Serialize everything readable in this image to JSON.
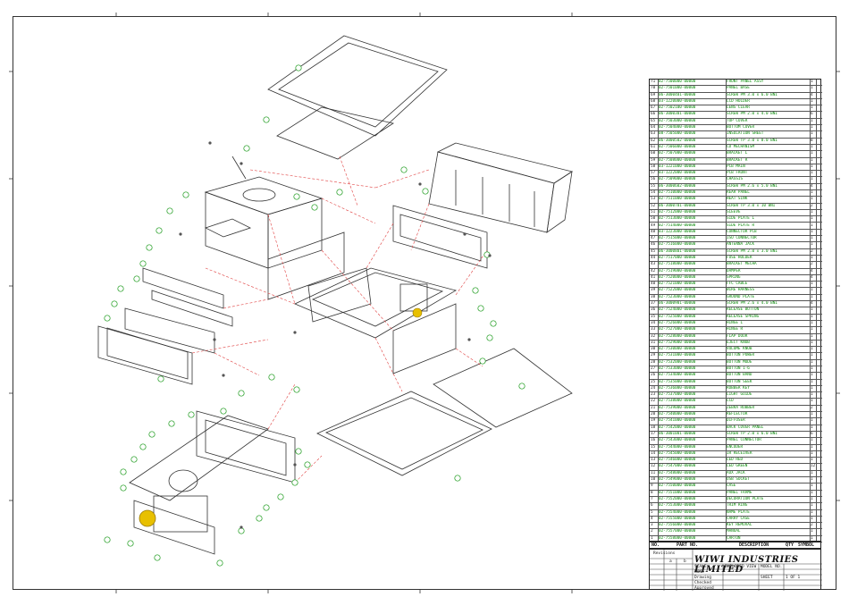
{
  "title_block": {
    "company": "WIWI INDUSTRIES LIMITED",
    "header_no": "NO.",
    "header_part_no": "PART NO.",
    "header_description": "DESCRIPTION",
    "header_qty": "QTY",
    "header_symbol": "SYMBOL",
    "revisions": "Revisions",
    "col_a": "a",
    "col_b": "b",
    "label_scale": "SCALE",
    "value_scale": "NONE",
    "label_view": "EXPLODED VIEW",
    "label_drawing": "Drawing",
    "label_checked": "Checked",
    "label_approved": "Approved",
    "label_model": "MODEL NO.",
    "label_sheet": "SHEET",
    "value_sheet": "1 OF 1"
  },
  "parts": [
    {
      "no": "71",
      "pn": "02-7500000-00000",
      "desc": "FRONT PANEL ASSY",
      "qty": "1"
    },
    {
      "no": "70",
      "pn": "02-7501000-00000",
      "desc": "PANEL BASE",
      "qty": "1"
    },
    {
      "no": "69",
      "pn": "06-3000401-00000",
      "desc": "SCREW PM 3.0 x 6.0 BNI",
      "qty": "4"
    },
    {
      "no": "68",
      "pn": "03-1220000-00000",
      "desc": "LCD HOLDER",
      "qty": "1"
    },
    {
      "no": "67",
      "pn": "02-7502100-00000",
      "desc": "LENS CLEAR",
      "qty": "1"
    },
    {
      "no": "66",
      "pn": "06-3000301-00000",
      "desc": "SCREW PM 2.0 x 4.0 BNI",
      "qty": "6"
    },
    {
      "no": "65",
      "pn": "02-7503000-00000",
      "desc": "TOP COVER",
      "qty": "1"
    },
    {
      "no": "64",
      "pn": "02-7504000-00000",
      "desc": "BOTTOM COVER",
      "qty": "1"
    },
    {
      "no": "63",
      "pn": "08-7505000-00000",
      "desc": "INSULATION SHEET",
      "qty": "1"
    },
    {
      "no": "62",
      "pn": "06-3000502-00000",
      "desc": "SCREW TP 3.0 x 8.0 BNI",
      "qty": "8"
    },
    {
      "no": "61",
      "pn": "02-7506000-00000",
      "desc": "CD MECHANISM",
      "qty": "1"
    },
    {
      "no": "60",
      "pn": "02-7507000-00000",
      "desc": "BRACKET L",
      "qty": "1"
    },
    {
      "no": "59",
      "pn": "02-7508000-00000",
      "desc": "BRACKET R",
      "qty": "1"
    },
    {
      "no": "58",
      "pn": "03-1221000-00000",
      "desc": "PCB MAIN",
      "qty": "1"
    },
    {
      "no": "57",
      "pn": "03-1222000-00000",
      "desc": "PCB FRONT",
      "qty": "1"
    },
    {
      "no": "56",
      "pn": "02-7509000-00000",
      "desc": "CHASSIS",
      "qty": "1"
    },
    {
      "no": "55",
      "pn": "06-3000602-00000",
      "desc": "SCREW PM 2.6 x 5.0 BNI",
      "qty": "4"
    },
    {
      "no": "54",
      "pn": "02-7510000-00000",
      "desc": "REAR PANEL",
      "qty": "1"
    },
    {
      "no": "53",
      "pn": "02-7511000-00000",
      "desc": "HEAT SINK",
      "qty": "1"
    },
    {
      "no": "52",
      "pn": "06-3000701-00000",
      "desc": "SCREW TP 3.0 x 10 BNI",
      "qty": "2"
    },
    {
      "no": "51",
      "pn": "02-7512000-00000",
      "desc": "SLEEVE",
      "qty": "1"
    },
    {
      "no": "50",
      "pn": "02-7513000-00000",
      "desc": "SIDE PLATE L",
      "qty": "1"
    },
    {
      "no": "49",
      "pn": "02-7514000-00000",
      "desc": "SIDE PLATE R",
      "qty": "1"
    },
    {
      "no": "48",
      "pn": "03-1223000-00000",
      "desc": "CONNECTOR PCB",
      "qty": "1"
    },
    {
      "no": "47",
      "pn": "02-7515000-00000",
      "desc": "ISO CONNECTOR",
      "qty": "1"
    },
    {
      "no": "46",
      "pn": "02-7516000-00000",
      "desc": "ANTENNA JACK",
      "qty": "1"
    },
    {
      "no": "45",
      "pn": "06-3000801-00000",
      "desc": "SCREW PM 2.0 x 3.0 BNI",
      "qty": "2"
    },
    {
      "no": "44",
      "pn": "02-7517000-00000",
      "desc": "FUSE HOLDER",
      "qty": "1"
    },
    {
      "no": "43",
      "pn": "02-7518000-00000",
      "desc": "BRACKET MECHA",
      "qty": "2"
    },
    {
      "no": "42",
      "pn": "02-7519000-00000",
      "desc": "DAMPER",
      "qty": "4"
    },
    {
      "no": "41",
      "pn": "02-7520000-00000",
      "desc": "SPRING",
      "qty": "4"
    },
    {
      "no": "40",
      "pn": "02-7521000-00000",
      "desc": "FFC CABLE",
      "qty": "1"
    },
    {
      "no": "39",
      "pn": "02-7522000-00000",
      "desc": "WIRE HARNESS",
      "qty": "1"
    },
    {
      "no": "38",
      "pn": "02-7523000-00000",
      "desc": "GROUND PLATE",
      "qty": "1"
    },
    {
      "no": "37",
      "pn": "06-3000901-00000",
      "desc": "SCREW PM 2.6 x 4.0 BNI",
      "qty": "4"
    },
    {
      "no": "36",
      "pn": "02-7524000-00000",
      "desc": "RELEASE BUTTON",
      "qty": "1"
    },
    {
      "no": "35",
      "pn": "02-7525000-00000",
      "desc": "RELEASE SPRING",
      "qty": "1"
    },
    {
      "no": "34",
      "pn": "02-7526000-00000",
      "desc": "HINGE L",
      "qty": "1"
    },
    {
      "no": "33",
      "pn": "02-7527000-00000",
      "desc": "HINGE R",
      "qty": "1"
    },
    {
      "no": "32",
      "pn": "02-7528000-00000",
      "desc": "FLAP DOOR",
      "qty": "1"
    },
    {
      "no": "31",
      "pn": "02-7529000-00000",
      "desc": "EJECT KNOB",
      "qty": "1"
    },
    {
      "no": "30",
      "pn": "02-7530000-00000",
      "desc": "VOLUME KNOB",
      "qty": "1"
    },
    {
      "no": "29",
      "pn": "02-7531000-00000",
      "desc": "BUTTON POWER",
      "qty": "1"
    },
    {
      "no": "28",
      "pn": "02-7532000-00000",
      "desc": "BUTTON MODE",
      "qty": "1"
    },
    {
      "no": "27",
      "pn": "02-7533000-00000",
      "desc": "BUTTON 1-6",
      "qty": "1"
    },
    {
      "no": "26",
      "pn": "02-7534000-00000",
      "desc": "BUTTON BAND",
      "qty": "1"
    },
    {
      "no": "25",
      "pn": "02-7535000-00000",
      "desc": "BUTTON SEEK",
      "qty": "1"
    },
    {
      "no": "24",
      "pn": "02-7536000-00000",
      "desc": "RUBBER KEY",
      "qty": "1"
    },
    {
      "no": "23",
      "pn": "02-7537000-00000",
      "desc": "LIGHT GUIDE",
      "qty": "1"
    },
    {
      "no": "22",
      "pn": "02-7538000-00000",
      "desc": "LCD",
      "qty": "1"
    },
    {
      "no": "21",
      "pn": "02-7539000-00000",
      "desc": "ZEBRA RUBBER",
      "qty": "2"
    },
    {
      "no": "20",
      "pn": "02-7540000-00000",
      "desc": "REFLECTOR",
      "qty": "1"
    },
    {
      "no": "19",
      "pn": "02-7541000-00000",
      "desc": "DIFFUSER",
      "qty": "1"
    },
    {
      "no": "18",
      "pn": "02-7542000-00000",
      "desc": "BACK COVER PANEL",
      "qty": "1"
    },
    {
      "no": "17",
      "pn": "06-3001001-00000",
      "desc": "SCREW TP 2.0 x 6.0 BNI",
      "qty": "6"
    },
    {
      "no": "16",
      "pn": "02-7543000-00000",
      "desc": "PANEL CONNECTOR",
      "qty": "1"
    },
    {
      "no": "15",
      "pn": "02-7544000-00000",
      "desc": "ENCODER",
      "qty": "1"
    },
    {
      "no": "14",
      "pn": "02-7545000-00000",
      "desc": "IR RECEIVER",
      "qty": "1"
    },
    {
      "no": "13",
      "pn": "02-7546000-00000",
      "desc": "LED RED",
      "qty": "1"
    },
    {
      "no": "12",
      "pn": "02-7547000-00000",
      "desc": "LED GREEN",
      "qty": "12"
    },
    {
      "no": "11",
      "pn": "02-7548000-00000",
      "desc": "AUX JACK",
      "qty": "1"
    },
    {
      "no": "10",
      "pn": "02-7549000-00000",
      "desc": "USB SOCKET",
      "qty": "1"
    },
    {
      "no": "9",
      "pn": "02-7550000-00000",
      "desc": "CASE",
      "qty": "1"
    },
    {
      "no": "8",
      "pn": "02-7551000-00000",
      "desc": "PANEL FRAME",
      "qty": "1"
    },
    {
      "no": "7",
      "pn": "02-7552000-00000",
      "desc": "DECORATION PLATE",
      "qty": "1"
    },
    {
      "no": "6",
      "pn": "02-7553000-00000",
      "desc": "TRIM RING",
      "qty": "1"
    },
    {
      "no": "5",
      "pn": "02-7554000-00000",
      "desc": "NAME PLATE",
      "qty": "1"
    },
    {
      "no": "4",
      "pn": "02-7555000-00000",
      "desc": "CARRY CASE",
      "qty": "1"
    },
    {
      "no": "3",
      "pn": "02-7556000-00000",
      "desc": "KEY REMOVAL",
      "qty": "2"
    },
    {
      "no": "2",
      "pn": "02-7557000-00000",
      "desc": "MANUAL",
      "qty": "1"
    },
    {
      "no": "1",
      "pn": "02-7558000-00000",
      "desc": "CARTON",
      "qty": "1"
    }
  ],
  "colors": {
    "ink": "#444444",
    "leader": "#e04040",
    "balloon": "#1a9a1a",
    "highlight": "#e8c000"
  }
}
